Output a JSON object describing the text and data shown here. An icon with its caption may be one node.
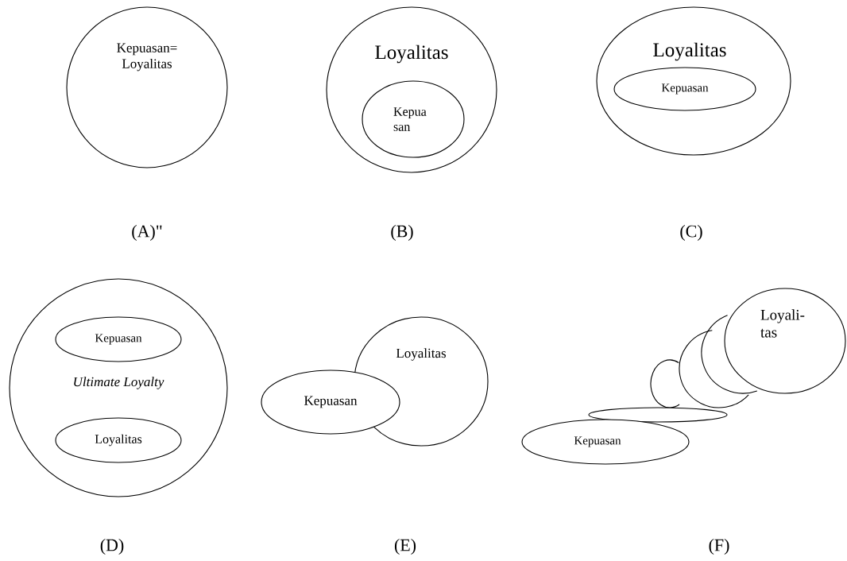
{
  "diagram": {
    "nodes": [
      {
        "text": [
          "Kepuasan= Loyalitas"
        ]
      },
      {
        "text": [
          "Loyalitas"
        ]
      },
      {
        "text": [
          "Kepua san"
        ],
        "in": 1
      },
      {
        "text": [
          "Loyalitas"
        ]
      },
      {
        "text": [
          "Kepuasan"
        ],
        "in": 3
      },
      {
        "text": [
          "Ultimate Loyalty"
        ]
      },
      {
        "text": [
          "Kepuasan"
        ],
        "in": 5
      },
      {
        "text": [
          "Loyalitas"
        ],
        "in": 5
      },
      {
        "text": [
          "Loyalitas"
        ]
      },
      {
        "text": [
          "Kepuasan"
        ]
      },
      {
        "text": [],
        "shape": "circle"
      },
      {
        "text": [],
        "shape": "circle"
      },
      {
        "text": [],
        "shape": "circle"
      },
      {
        "text": [
          "Loyali- tas"
        ]
      },
      {
        "text": [],
        "shape": "ellipse"
      },
      {
        "text": [
          "Kepuasan"
        ]
      }
    ],
    "labels": [
      "(A)\"",
      "(B)",
      "(C)",
      "(D)",
      "(E)",
      "(F)"
    ]
  }
}
